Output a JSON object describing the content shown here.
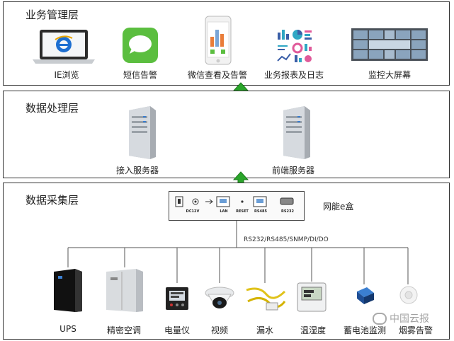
{
  "layers": {
    "business": {
      "title": "业务管理层",
      "items": [
        {
          "label": "IE浏览",
          "icon": "laptop-ie-icon"
        },
        {
          "label": "短信告警",
          "icon": "sms-bubble-icon"
        },
        {
          "label": "微信查看及告警",
          "icon": "smartphone-icon"
        },
        {
          "label": "业务报表及日志",
          "icon": "report-charts-icon"
        },
        {
          "label": "监控大屏幕",
          "icon": "video-wall-icon"
        }
      ]
    },
    "processing": {
      "title": "数据处理层",
      "servers": [
        {
          "label": "接入服务器",
          "icon": "server-icon"
        },
        {
          "label": "前端服务器",
          "icon": "server-icon"
        }
      ]
    },
    "collection": {
      "title": "数据采集层",
      "gateway_label": "网能e盒",
      "ports": [
        "DC12V",
        "LAN",
        "RESET",
        "RS485",
        "RS232"
      ],
      "bus_label": "RS232/RS485/SNMP/DI/DO",
      "devices": [
        {
          "label": "UPS",
          "icon": "ups-cabinet-icon"
        },
        {
          "label": "精密空调",
          "icon": "precision-ac-icon"
        },
        {
          "label": "电量仪",
          "icon": "power-meter-icon"
        },
        {
          "label": "视频",
          "icon": "dome-camera-icon"
        },
        {
          "label": "漏水",
          "icon": "water-leak-sensor-icon"
        },
        {
          "label": "温湿度",
          "icon": "temp-humidity-sensor-icon"
        },
        {
          "label": "蓄电池监测",
          "icon": "battery-monitor-icon"
        },
        {
          "label": "烟雾告警",
          "icon": "smoke-detector-icon"
        }
      ]
    }
  },
  "watermark": "中国云报",
  "colors": {
    "border": "#333333",
    "arrow_green": "#2aa52a",
    "line": "#555555"
  }
}
